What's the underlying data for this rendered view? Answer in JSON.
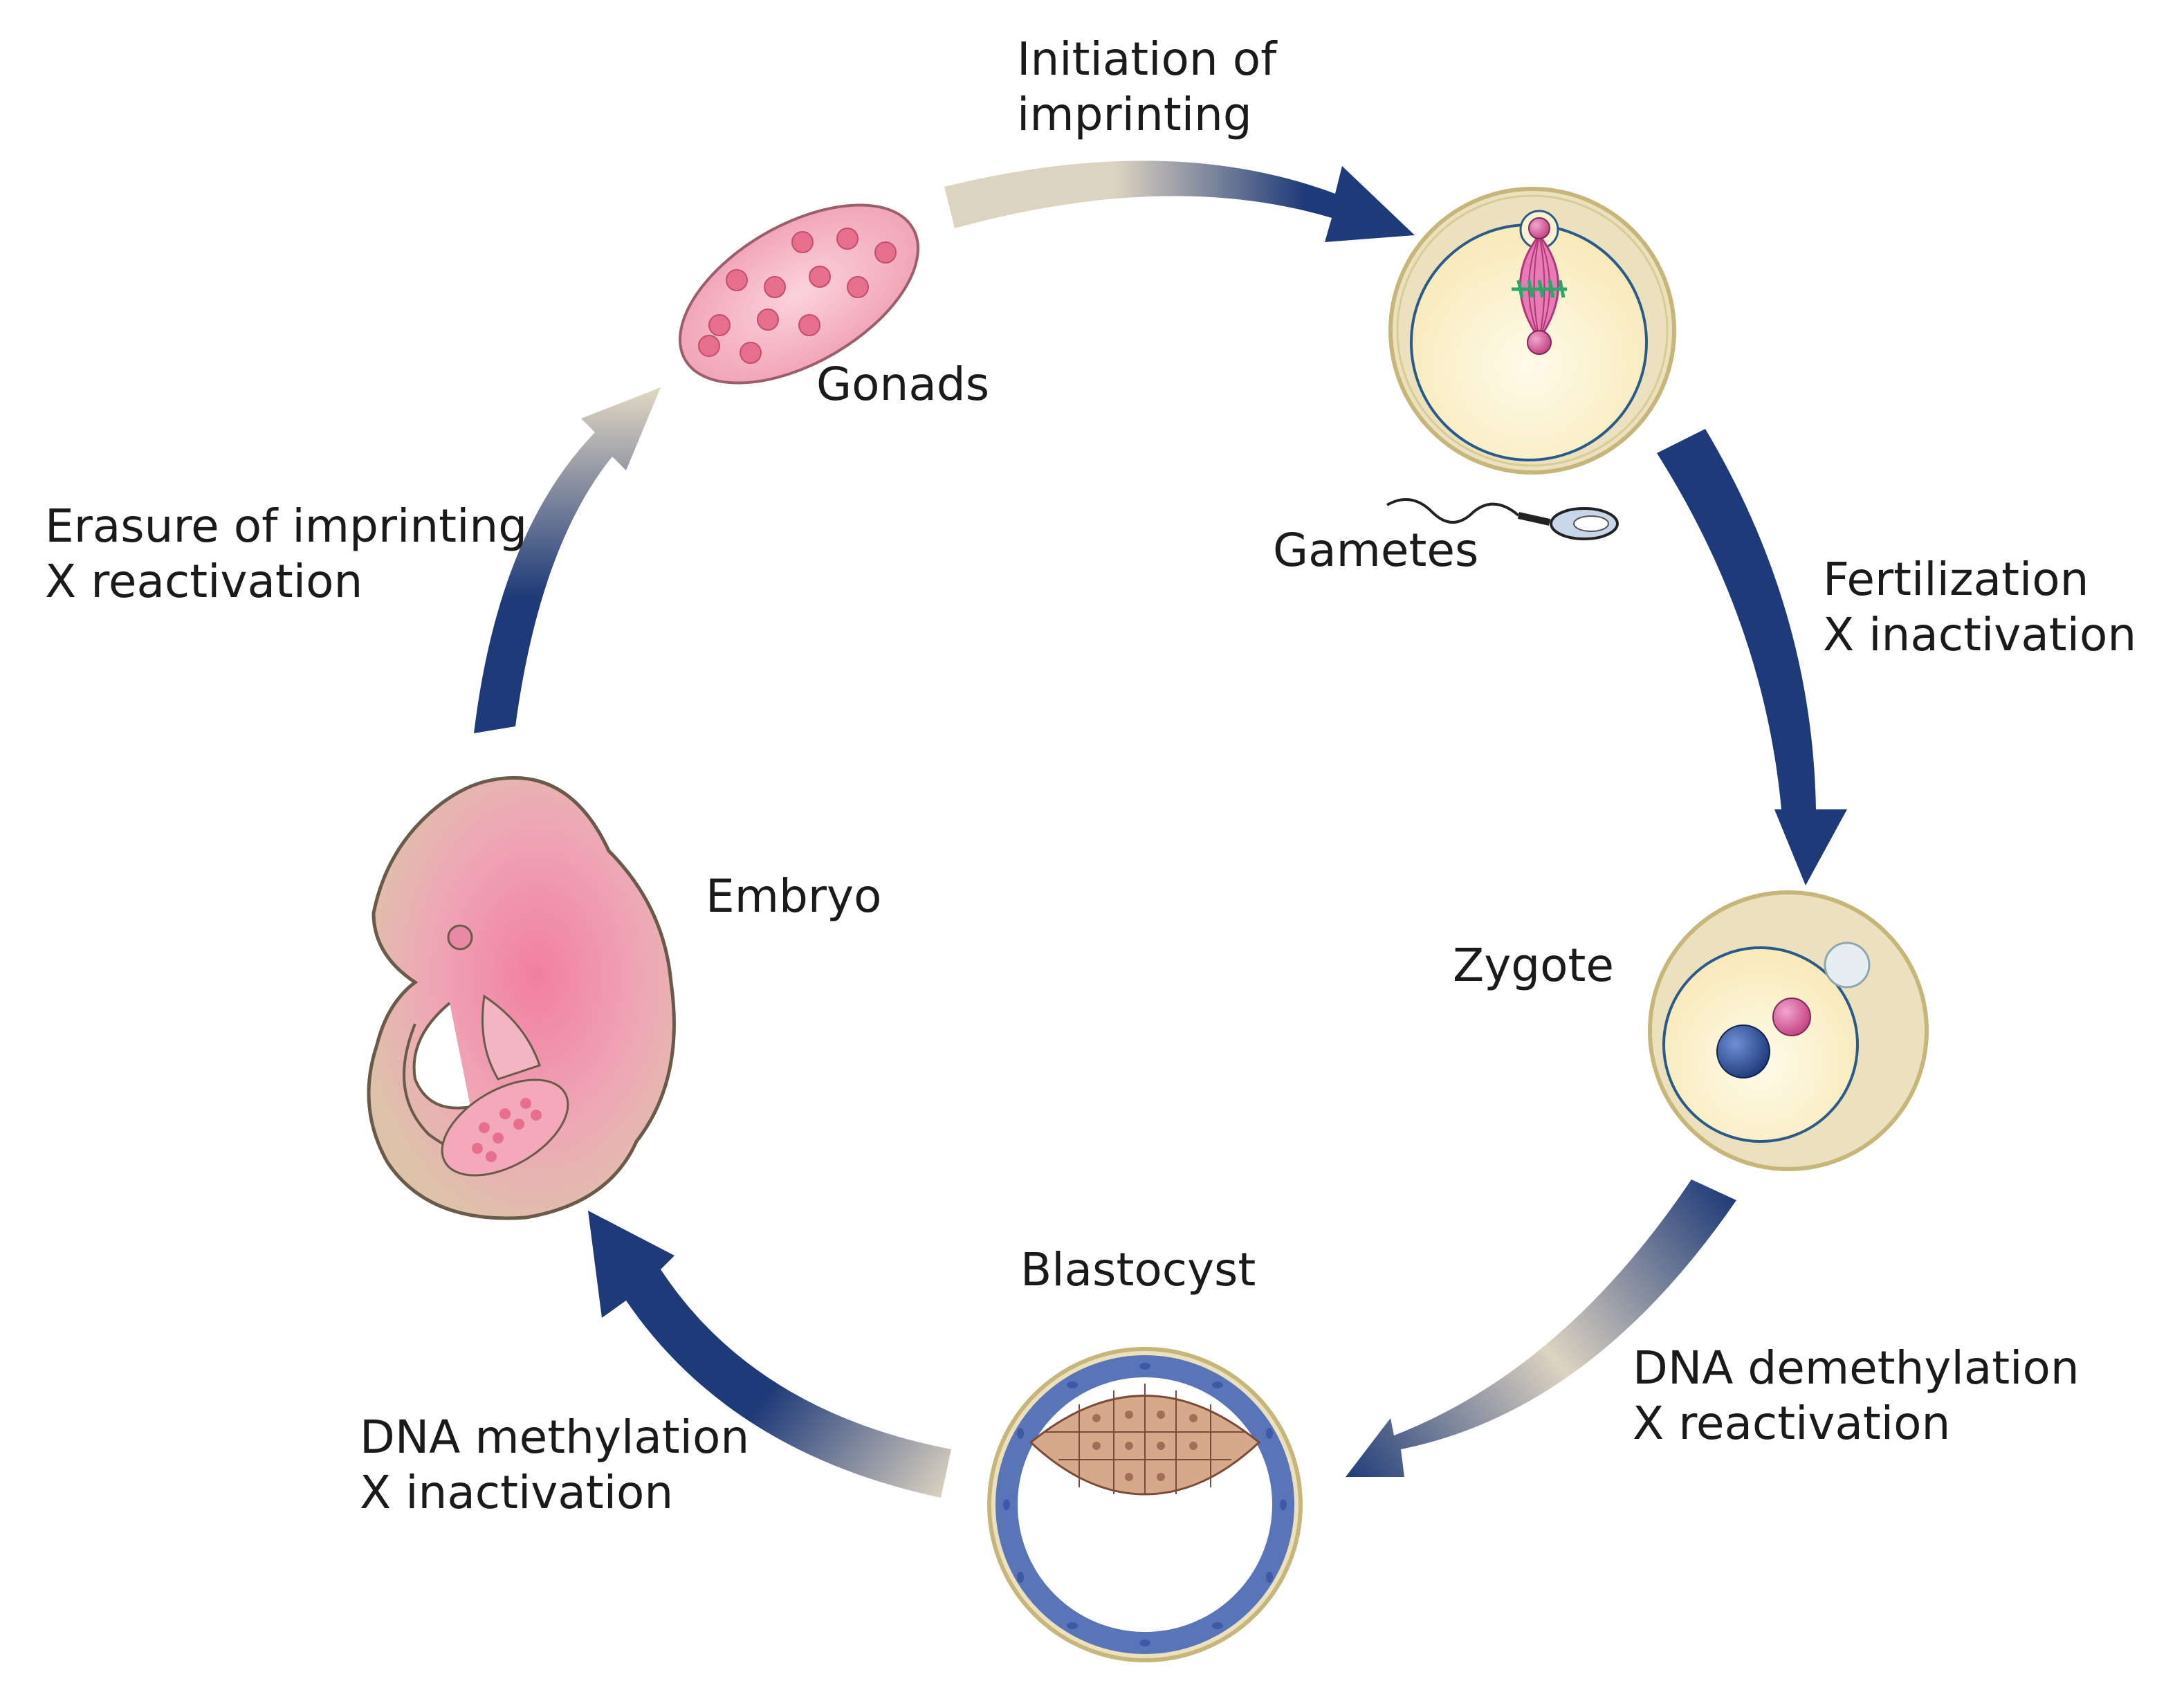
{
  "stages": {
    "gonads": "Gonads",
    "gametes": "Gametes",
    "zygote": "Zygote",
    "blastocyst": "Blastocyst",
    "embryo": "Embryo"
  },
  "transitions": {
    "initiation": {
      "line1": "Initiation of",
      "line2": "imprinting"
    },
    "fertilization": {
      "line1": "Fertilization",
      "line2": "X inactivation"
    },
    "demethylation": {
      "line1": "DNA demethylation",
      "line2": "X reactivation"
    },
    "methylation": {
      "line1": "DNA methylation",
      "line2": "X inactivation"
    },
    "erasure": {
      "line1": "Erasure of imprinting",
      "line2": "X reactivation"
    }
  },
  "colors": {
    "arrow_dark": "#1e3a78",
    "arrow_light": "#ddd3c1",
    "gonad_fill": "#f3a9b9",
    "gonad_spot": "#e56f8c",
    "cell_membrane": "#d8cc95",
    "cytoplasm": "#fbf2d3",
    "nucleus_blue": "#2a4f9a",
    "nucleus_pink": "#d35a98",
    "spindle_green": "#2aa86a",
    "trophoblast": "#8ea3d8",
    "inner_cells": "#d7a98c"
  }
}
